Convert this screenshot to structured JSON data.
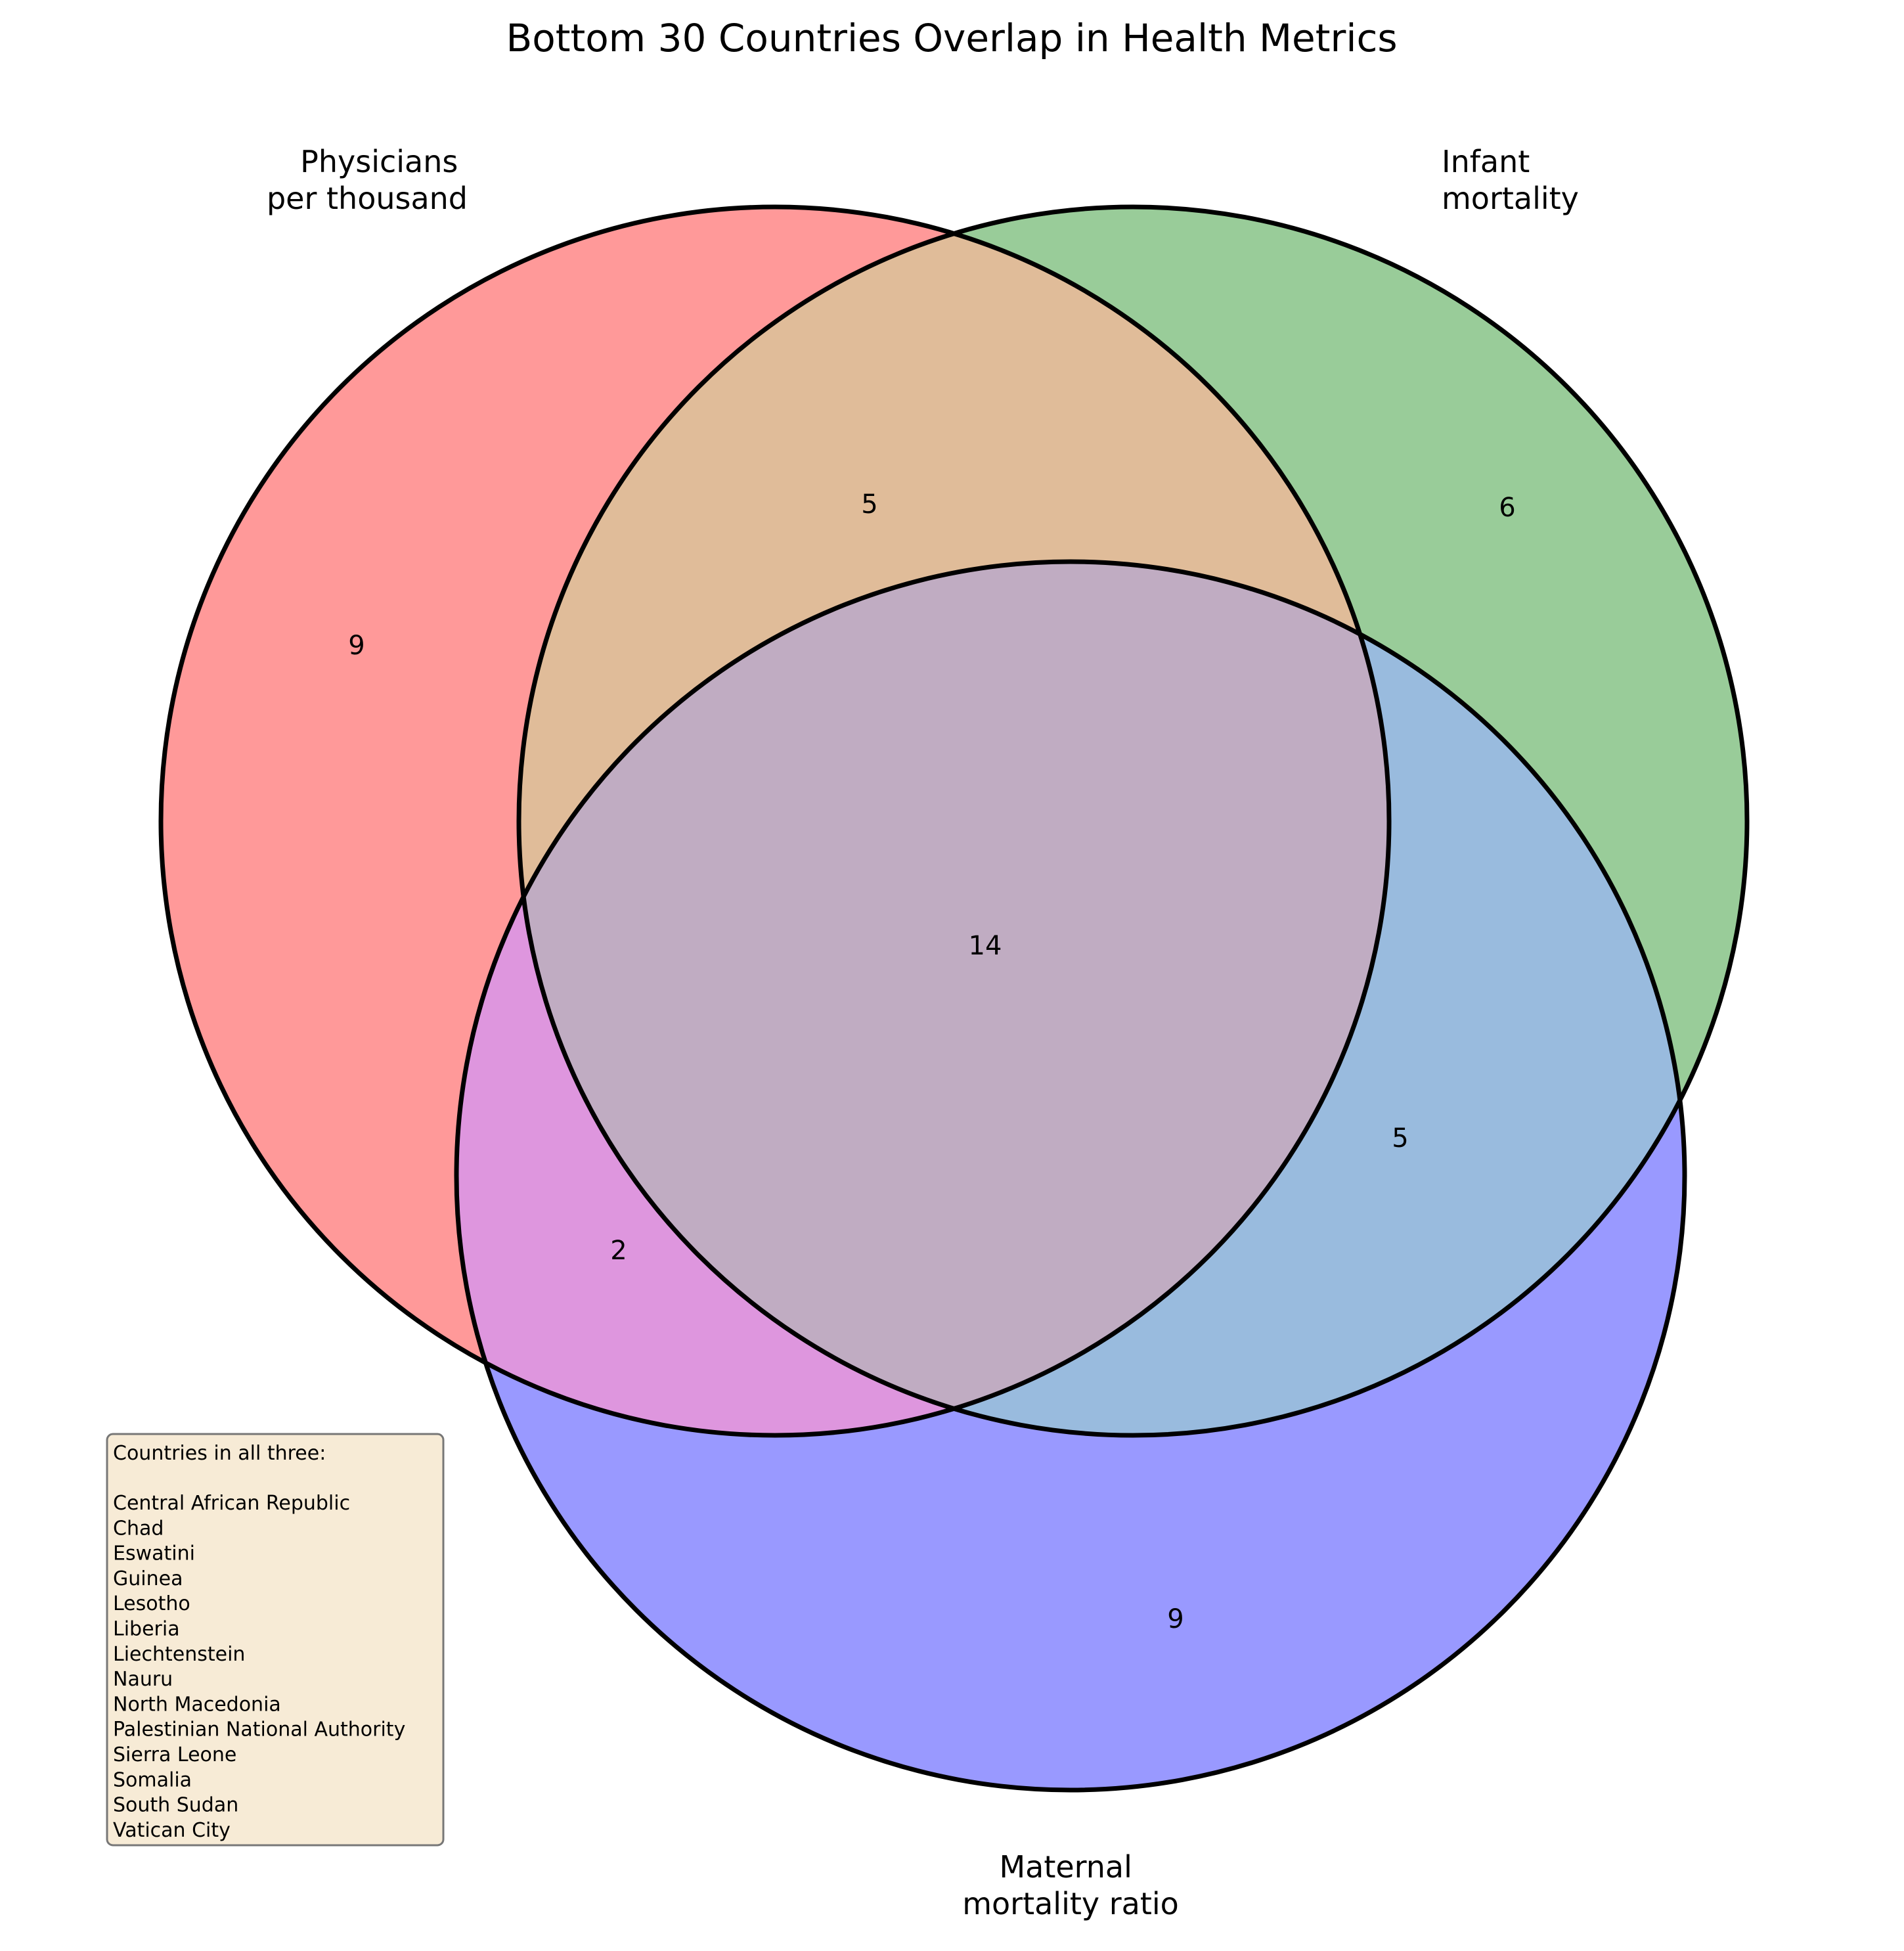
{
  "title": "Bottom 30 Countries Overlap in Health Metrics",
  "sets": [
    {
      "key": "physicians",
      "label_lines": [
        "Physicians",
        "per thousand"
      ],
      "color": "#ff9999"
    },
    {
      "key": "infant",
      "label_lines": [
        "Infant",
        "mortality"
      ],
      "color": "#99cc99"
    },
    {
      "key": "maternal",
      "label_lines": [
        "Maternal",
        "mortality ratio"
      ],
      "color": "#9999ff"
    }
  ],
  "regions": [
    {
      "key": "physicians_only",
      "sets": [
        "physicians"
      ],
      "count": "9"
    },
    {
      "key": "infant_only",
      "sets": [
        "infant"
      ],
      "count": "6"
    },
    {
      "key": "maternal_only",
      "sets": [
        "maternal"
      ],
      "count": "9"
    },
    {
      "key": "physicians_infant",
      "sets": [
        "physicians",
        "infant"
      ],
      "count": "5"
    },
    {
      "key": "physicians_maternal",
      "sets": [
        "physicians",
        "maternal"
      ],
      "count": "2"
    },
    {
      "key": "infant_maternal",
      "sets": [
        "infant",
        "maternal"
      ],
      "count": "5"
    },
    {
      "key": "all_three",
      "sets": [
        "physicians",
        "infant",
        "maternal"
      ],
      "count": "14"
    }
  ],
  "legend": {
    "heading": "Countries in all three:",
    "countries": [
      "Central African Republic",
      "Chad",
      "Eswatini",
      "Guinea",
      "Lesotho",
      "Liberia",
      "Liechtenstein",
      "Nauru",
      "North Macedonia",
      "Palestinian National Authority",
      "Sierra Leone",
      "Somalia",
      "South Sudan",
      "Vatican City"
    ],
    "background": "#f7ebd6",
    "border": "#777777"
  },
  "region_colors": {
    "physicians_infant": "#e0bc99",
    "physicians_maternal": "#de96de",
    "infant_maternal": "#99bbde",
    "all_three": "#c0acc2"
  }
}
